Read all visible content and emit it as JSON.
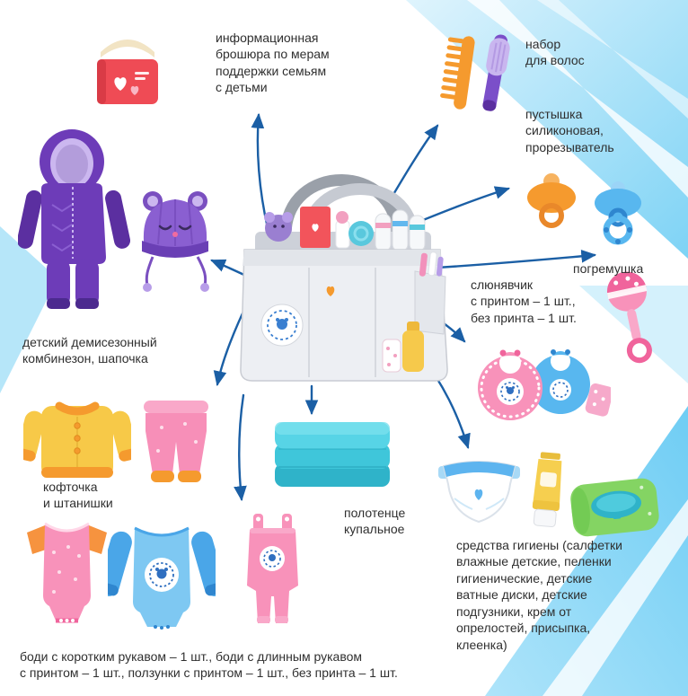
{
  "meta": {
    "language": "ru",
    "kind": "baby-box-infographic"
  },
  "colors": {
    "arrow": "#1b5fa5",
    "stripe_light": "#dff4fd",
    "stripe_deep": "#7ed3f5",
    "text": "#2f2f2f",
    "red": "#ef4b55",
    "orange": "#f59a2e",
    "yellow": "#f6cf4f",
    "purple": "#6d3cb8",
    "pink": "#f892ba",
    "blue": "#58b7ef",
    "cyan": "#3fc6da",
    "green": "#84d463",
    "bag_gray": "#edeff3"
  },
  "icons": {
    "center": "diaper-caddy-bag",
    "brochure": "open-book-with-hearts",
    "hair_set": "comb-and-brush",
    "pacifier": "pacifier-and-teether",
    "rattle": "rattle",
    "bib": "two-bibs-and-cloth",
    "overalls": "snowsuit-and-knit-hat",
    "jacket_pants": "cardigan-and-pants",
    "towel": "folded-towel",
    "bodysuits": "bodysuit-short-sleeve,bodysuit-long-sleeve,romper",
    "hygiene": "diaper,cream-tube,wet-wipes"
  },
  "labels": {
    "brochure": [
      "информационная",
      "брошюра по мерам",
      "поддержки семьям",
      "с детьми"
    ],
    "hair_set": [
      "набор",
      "для волос"
    ],
    "pacifier": [
      "пустышка",
      "силиконовая,",
      "прорезыватель"
    ],
    "rattle": [
      "погремушка"
    ],
    "bib": [
      "слюнявчик",
      "с принтом – 1 шт.,",
      "без принта – 1 шт."
    ],
    "overalls": [
      "детский демисезонный",
      "комбинезон, шапочка"
    ],
    "jacket_pants": [
      "кофточка",
      "и штанишки"
    ],
    "towel": [
      "полотенце",
      "купальное"
    ],
    "hygiene": [
      "средства гигиены (салфетки",
      "влажные детские, пеленки",
      "гигиенические, детские",
      "ватные диски, детские",
      "подгузники, крем от",
      "опрелостей, присыпка,",
      "клеенка)"
    ],
    "bodysuits": [
      "боди с коротким рукавом – 1 шт., боди с длинным рукавом",
      "с принтом – 1 шт., ползунки с принтом – 1 шт., без принта – 1 шт."
    ]
  }
}
